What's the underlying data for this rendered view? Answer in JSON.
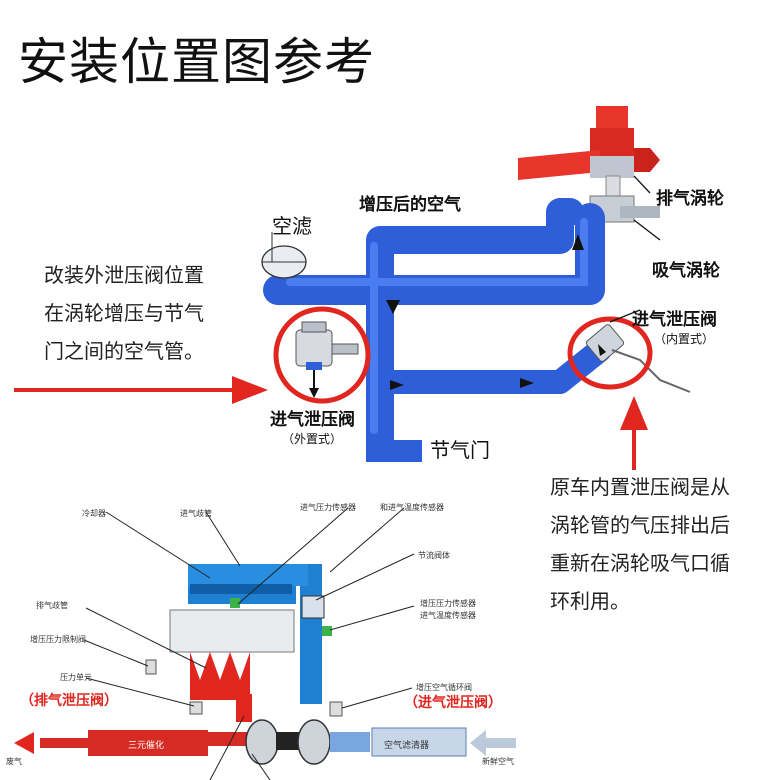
{
  "title": "安装位置图参考",
  "note_left": [
    "改装外泄压阀位置",
    "在涡轮增压与节气",
    "门之间的空气管。"
  ],
  "note_right": [
    "原车内置泄压阀是从",
    "涡轮管的气压排出后",
    "重新在涡轮吸气口循",
    "环利用。"
  ],
  "top_diagram": {
    "air_filter": "空滤",
    "boosted_air": "增压后的空气",
    "exhaust_turbine": "排气涡轮",
    "intake_turbine": "吸气涡轮",
    "bov_internal": "进气泄压阀",
    "bov_internal_sub": "（内置式）",
    "bov_external": "进气泄压阀",
    "bov_external_sub": "（外置式）",
    "throttle": "节气门"
  },
  "bottom_diagram": {
    "cooler": "冷却器",
    "intake_manifold": "进气歧管",
    "intake_pressure_sensor": "进气压力传感器",
    "intake_temp_sensor": "和进气温度传感器",
    "throttle_body": "节流阀体",
    "exhaust_manifold": "排气歧管",
    "boost_sensor_1": "增压压力传感器",
    "boost_sensor_2": "进气温度传感器",
    "boost_limit_valve": "增压压力限制阀",
    "pressure_unit": "压力单元",
    "exhaust_bov": "（排气泄压阀）",
    "recirc_valve": "增压空气循环阀",
    "intake_bov": "（进气泄压阀）",
    "catalyst": "三元催化",
    "air_cleaner": "空气滤清器",
    "exhaust": "废气",
    "fresh_air": "新鲜空气"
  },
  "colors": {
    "pipe_blue": "#2f5fd8",
    "pipe_light": "#4a7ef0",
    "callout_red": "#e0261e",
    "manifold_blue": "#1f7fd0",
    "hot_red": "#e0261e"
  }
}
